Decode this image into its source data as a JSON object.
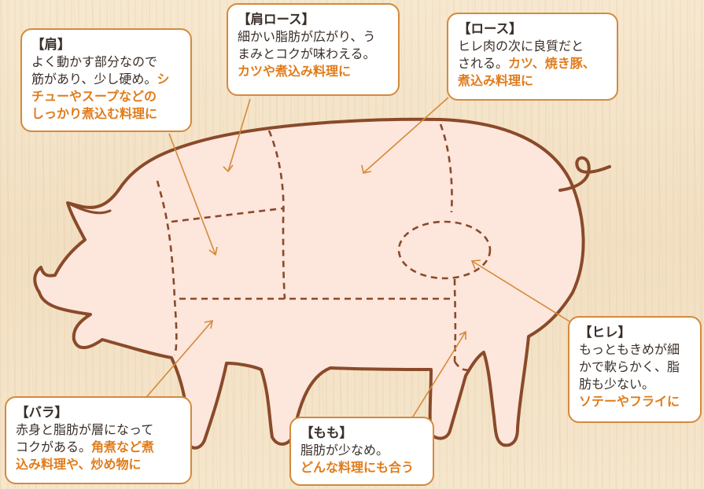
{
  "colors": {
    "outline": "#8a4a2a",
    "body_fill": "#fde6dc",
    "accent": "#e07b1a",
    "box_border": "#d58a3c",
    "text": "#3a2e28"
  },
  "parts": {
    "kata": {
      "title": "【肩】",
      "lines": [
        "よく動かす部分なので",
        "筋があり、少し硬め。"
      ],
      "highlight_inline": "シ",
      "highlight_lines": [
        "チューやスープなどの",
        "しっかり煮込む料理に"
      ]
    },
    "kata_loin": {
      "title": "【肩ロース】",
      "lines": [
        "細かい脂肪が広がり、う",
        "まみとコクが味わえる。"
      ],
      "highlight_lines": [
        "カツや煮込み料理に"
      ]
    },
    "loin": {
      "title": "【ロース】",
      "lines": [
        "ヒレ肉の次に良質だと",
        "される。"
      ],
      "highlight_inline": "カツ、焼き豚、",
      "highlight_lines": [
        "煮込み料理に"
      ]
    },
    "hire": {
      "title": "【ヒレ】",
      "lines": [
        "もっともきめが細",
        "かで軟らかく、脂",
        "肪も少ない。"
      ],
      "highlight_lines": [
        "ソテーやフライに"
      ]
    },
    "bara": {
      "title": "【バラ】",
      "lines": [
        "赤身と脂肪が層になって",
        "コクがある。"
      ],
      "highlight_inline": "角煮など煮",
      "highlight_lines": [
        "込み料理や、炒め物に"
      ]
    },
    "momo": {
      "title": "【もも】",
      "lines": [
        "脂肪が少なめ。"
      ],
      "highlight_lines": [
        "どんな料理にも合う"
      ]
    }
  }
}
